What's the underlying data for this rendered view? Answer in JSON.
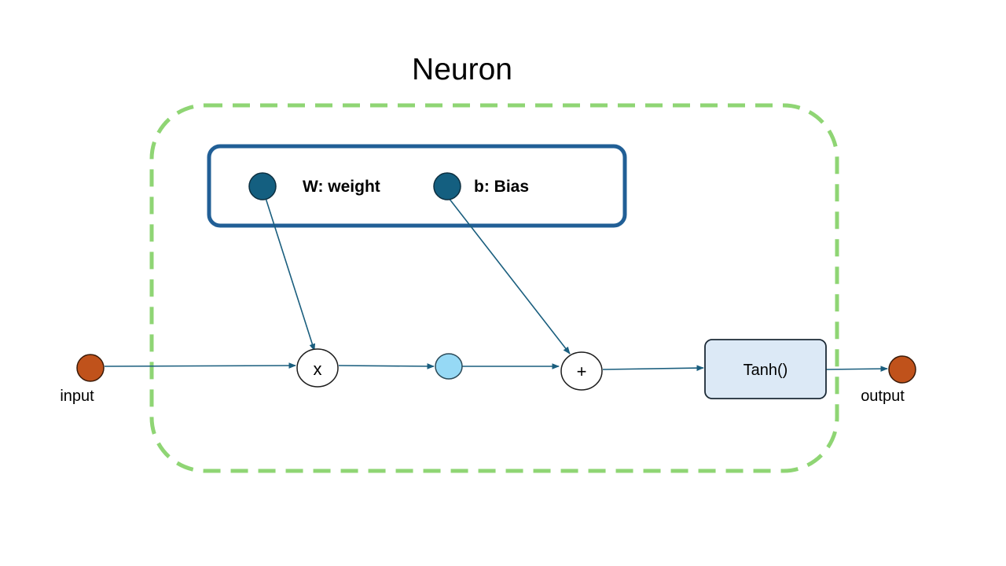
{
  "title": "Neuron",
  "parameters": {
    "weight_label": "W: weight",
    "bias_label": "b: Bias"
  },
  "operations": {
    "multiply": "x",
    "add": "+"
  },
  "activation": {
    "label": "Tanh()"
  },
  "io": {
    "input_label": "input",
    "output_label": "output"
  },
  "colors": {
    "neuron_boundary": "#8fd574",
    "parameter_box": "#215f96",
    "parameter_node": "#145f80",
    "io_node": "#c0521b",
    "intermediate_node": "#96d9f5",
    "activation_fill": "#dce9f6",
    "edge": "#1a5e7e"
  }
}
